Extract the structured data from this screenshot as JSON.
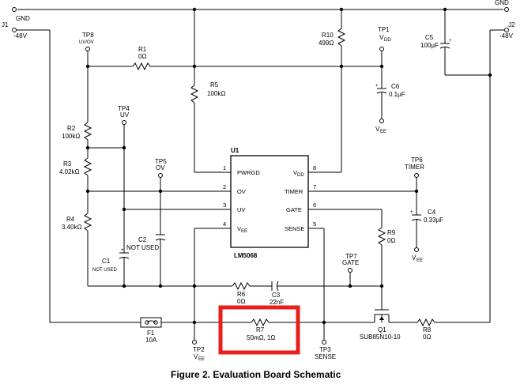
{
  "connectors": {
    "gnd_left": "GND",
    "j1": "J1",
    "neg48_left": "-48V",
    "gnd_right": "GND",
    "j2": "J2",
    "neg48_right": "-48V"
  },
  "testpoints": {
    "tp8": "TP8",
    "tp8_sub": "UV/OV",
    "tp4": "TP4",
    "tp4_sub": "UV",
    "tp5": "TP5",
    "tp5_sub": "OV",
    "tp1": "TP1",
    "tp1_sub": "V",
    "tp1_subscript": "DD",
    "tp6": "TP6",
    "tp6_sub": "TIMER",
    "tp7": "TP7",
    "tp7_sub": "GATE",
    "tp2": "TP2",
    "tp2_sub": "V",
    "tp2_subscript": "EE",
    "tp3": "TP3",
    "tp3_sub": "SENSE"
  },
  "components": {
    "r1_name": "R1",
    "r1_val": "0Ω",
    "r10_name": "R10",
    "r10_val": "499Ω",
    "r5_name": "R5",
    "r5_val": "100kΩ",
    "r2_name": "R2",
    "r2_val": "100kΩ",
    "r3_name": "R3",
    "r3_val": "4.02kΩ",
    "r4_name": "R4",
    "r4_val": "3.40kΩ",
    "c5_name": "C5",
    "c5_val": "100μF",
    "c6_name": "C6",
    "c6_val": "0.1μF",
    "c6_vee": "V",
    "c6_vee_sub": "EE",
    "c4_name": "C4",
    "c4_val": "0.33μF",
    "c4_vee": "V",
    "c4_vee_sub": "EE",
    "c2_name": "C2",
    "c2_val": "NOT USED",
    "c1_name": "C1",
    "c1_val": "NOT USED",
    "r9_name": "R9",
    "r9_val": "0Ω",
    "r6_name": "R6",
    "r6_val": "0Ω",
    "c3_name": "C3",
    "c3_val": "22nF",
    "f1_name": "F1",
    "f1_val": "10A",
    "r7_name": "R7",
    "r7_val": "50mΩ, 1Ω",
    "q1_name": "Q1",
    "q1_val": "SUB85N10-10",
    "r8_name": "R8",
    "r8_val": "0Ω"
  },
  "ic": {
    "ref": "U1",
    "part": "LM5068",
    "pins_left": [
      {
        "num": "1",
        "name": "PWRGD"
      },
      {
        "num": "2",
        "name": "OV"
      },
      {
        "num": "3",
        "name": "UV"
      },
      {
        "num": "4",
        "name": "V",
        "sub": "EE"
      }
    ],
    "pins_right": [
      {
        "num": "8",
        "name": "V",
        "sub": "DD"
      },
      {
        "num": "7",
        "name": "TIMER"
      },
      {
        "num": "6",
        "name": "GATE"
      },
      {
        "num": "5",
        "name": "SENSE"
      }
    ]
  },
  "caption": "Figure 2. Evaluation Board Schematic",
  "highlight_color": "#e8201c"
}
